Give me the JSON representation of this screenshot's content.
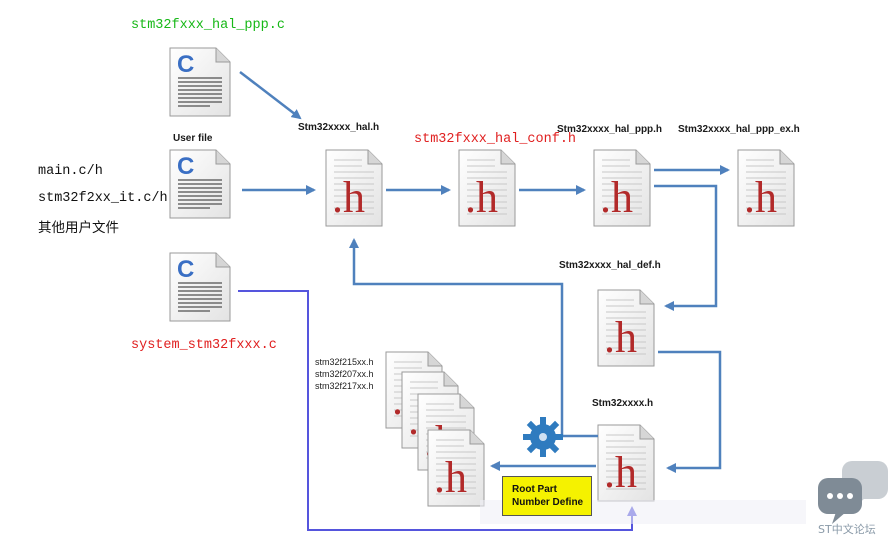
{
  "labels": {
    "file_ppp_c": "stm32fxxx_hal_ppp.c",
    "user_file": "User file",
    "main_c": "main.c/h",
    "it_c": "stm32f2xx_it.c/h",
    "other_user": "其他用户文件",
    "system_c": "system_stm32fxxx.c",
    "hal_h": "Stm32xxxx_hal.h",
    "hal_conf_h": "stm32fxxx_hal_conf.h",
    "hal_ppp_h": "Stm32xxxx_hal_ppp.h",
    "hal_ppp_ex_h": "Stm32xxxx_hal_ppp_ex.h",
    "hal_def_h": "Stm32xxxx_hal_def.h",
    "stm32xxxx_h": "Stm32xxxx.h",
    "device_215": "stm32f215xx.h",
    "device_207": "stm32f207xx.h",
    "device_217": "stm32f217xx.h",
    "root_part_1": "Root Part",
    "root_part_2": "Number Define",
    "icon_c": "C",
    "icon_h": ".h",
    "watermark": "ST中文论坛"
  },
  "colors": {
    "arrow": "#4f81bd",
    "purple_line": "#5555dd",
    "h_letter": "#b22a2a",
    "c_letter": "#3a6fc4",
    "gear": "#2f7bbf",
    "note": "#f5f200"
  },
  "icons": [
    "c-file-icon",
    "h-file-icon",
    "gear-icon",
    "chat-bubble-icon"
  ]
}
